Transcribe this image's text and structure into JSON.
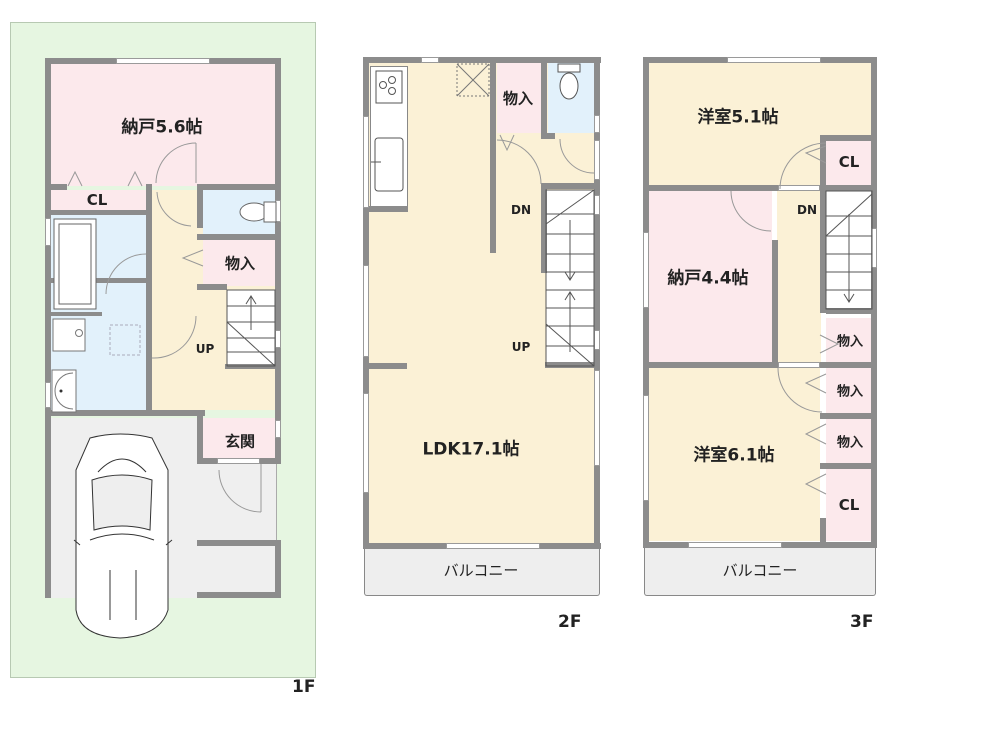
{
  "colors": {
    "wall": "#8c8c8c",
    "site_green": "#e6f6e1",
    "storage_pink": "#fce9ec",
    "living_beige": "#fbf1d6",
    "water_blue": "#e2f1fb",
    "garage_gray": "#efefef",
    "balcony_gray": "#eeeeee"
  },
  "floors": [
    {
      "id": "1F",
      "label": "1F",
      "rooms": [
        {
          "id": "nando-1f",
          "label": "納戸5.6帖"
        },
        {
          "id": "closet-1f",
          "label": "CL"
        },
        {
          "id": "storage-1f",
          "label": "物入"
        },
        {
          "id": "hall-1f",
          "label": "UP"
        },
        {
          "id": "entrance",
          "label": "玄関"
        }
      ],
      "fixtures": [
        "toilet",
        "bathtub",
        "washing-machine-pan",
        "sink",
        "stairs-up",
        "car"
      ]
    },
    {
      "id": "2F",
      "label": "2F",
      "rooms": [
        {
          "id": "ldk",
          "label": "LDK17.1帖"
        },
        {
          "id": "storage-2f",
          "label": "物入"
        },
        {
          "id": "dn-2f",
          "label": "DN"
        },
        {
          "id": "up-2f",
          "label": "UP"
        },
        {
          "id": "balcony-2f",
          "label": "バルコニー"
        }
      ],
      "fixtures": [
        "kitchen-stove",
        "kitchen-sink",
        "toilet",
        "stairs",
        "skylight"
      ]
    },
    {
      "id": "3F",
      "label": "3F",
      "rooms": [
        {
          "id": "western-5",
          "label": "洋室5.1帖"
        },
        {
          "id": "closet-3f-a",
          "label": "CL"
        },
        {
          "id": "dn-3f",
          "label": "DN"
        },
        {
          "id": "nando-3f",
          "label": "納戸4.4帖"
        },
        {
          "id": "storage-3f-a",
          "label": "物入"
        },
        {
          "id": "storage-3f-b",
          "label": "物入"
        },
        {
          "id": "storage-3f-c",
          "label": "物入"
        },
        {
          "id": "western-6",
          "label": "洋室6.1帖"
        },
        {
          "id": "closet-3f-b",
          "label": "CL"
        },
        {
          "id": "balcony-3f",
          "label": "バルコニー"
        }
      ],
      "fixtures": [
        "stairs-down"
      ]
    }
  ]
}
